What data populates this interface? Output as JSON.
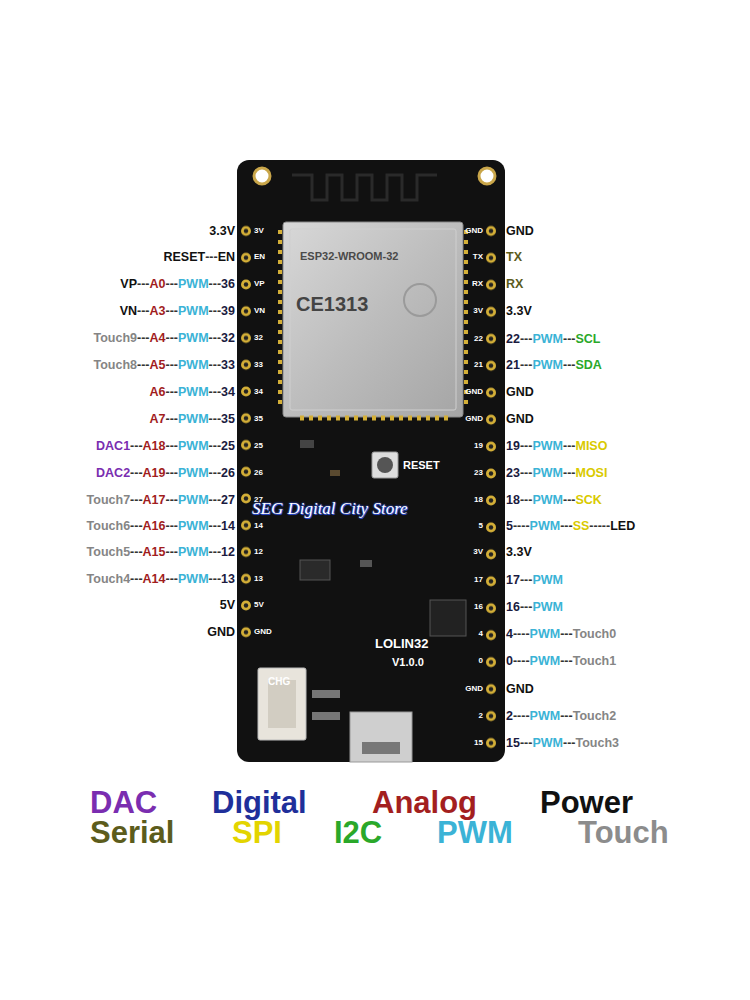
{
  "diagram": {
    "labels": [
      "3.3V",
      "RESET",
      "---",
      "EN",
      "VP",
      "---",
      "A0",
      "---",
      "PWM",
      "---",
      "36",
      "VN",
      "---",
      "A3",
      "---",
      "PWM",
      "---",
      "39",
      "Touch9",
      "---",
      "A4",
      "---",
      "PWM",
      "---",
      "32",
      "Touch8",
      "---",
      "A5",
      "---",
      "PWM",
      "---",
      "33",
      "A6",
      "---",
      "PWM",
      "---",
      "34",
      "A7",
      "---",
      "PWM",
      "---",
      "35",
      "DAC1",
      "---",
      "A18",
      "---",
      "PWM",
      "---",
      "25",
      "DAC2",
      "---",
      "A19",
      "---",
      "PWM",
      "---",
      "26",
      "Touch7",
      "---",
      "A17",
      "---",
      "PWM",
      "---",
      "27",
      "Touch6",
      "---",
      "A16",
      "---",
      "PWM",
      "---",
      "14",
      "Touch5",
      "---",
      "A15",
      "---",
      "PWM",
      "---",
      "12",
      "Touch4",
      "---",
      "A14",
      "---",
      "PWM",
      "---",
      "13",
      "5V",
      "GND",
      "GND",
      "TX",
      "RX",
      "3.3V",
      "22",
      "---",
      "PWM",
      "---",
      "SCL",
      "21",
      "---",
      "PWM",
      "---",
      "SDA",
      "GND",
      "GND",
      "19",
      "---",
      "PWM",
      "---",
      "MISO",
      "23",
      "---",
      "PWM",
      "---",
      "MOSI",
      "18",
      "---",
      "PWM",
      "---",
      "SCK",
      "5",
      "----",
      "PWM",
      "---",
      "SS",
      "-----",
      "LED",
      "3.3V",
      "17",
      "---",
      "PWM",
      "16",
      "---",
      "PWM",
      "4",
      "----",
      "PWM",
      "---",
      "Touch0",
      "0",
      "----",
      "PWM",
      "---",
      "Touch1",
      "GND",
      "2",
      "----",
      "PWM",
      "---",
      "Touch2",
      "15",
      "---",
      "PWM",
      "---",
      "Touch3",
      "3V",
      "EN",
      "VP",
      "VN",
      "32",
      "33",
      "34",
      "35",
      "25",
      "26",
      "27",
      "14",
      "12",
      "13",
      "5V",
      "GND",
      "GND",
      "TX",
      "RX",
      "3V",
      "22",
      "21",
      "GND",
      "GND",
      "19",
      "23",
      "18",
      "5",
      "3V",
      "17",
      "16",
      "4",
      "0",
      "GND",
      "2",
      "15",
      "ESP32-WROOM-32",
      "CE1313",
      "RESET",
      "LOLIN32",
      "V1.0.0",
      "CHG",
      "SEG Digital City Store"
    ],
    "legend": [
      {
        "text": "DAC",
        "color": "#7a2db0"
      },
      {
        "text": "Digital",
        "color": "#1f2f9a"
      },
      {
        "text": "Analog",
        "color": "#a31f1f"
      },
      {
        "text": "Power",
        "color": "#111111"
      },
      {
        "text": "Serial",
        "color": "#5c5c1c"
      },
      {
        "text": "SPI",
        "color": "#e3d400"
      },
      {
        "text": "I2C",
        "color": "#2aa82a"
      },
      {
        "text": "PWM",
        "color": "#3bb3d6"
      },
      {
        "text": "Touch",
        "color": "#8c8c8c"
      }
    ]
  }
}
